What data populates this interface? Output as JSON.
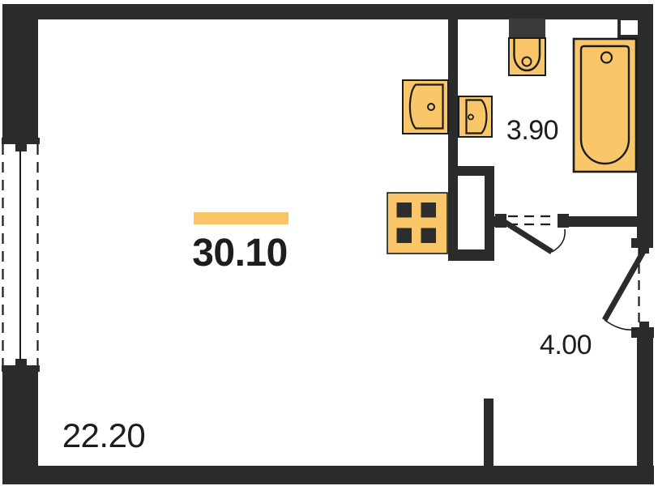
{
  "plan": {
    "total": {
      "area": "30.10"
    },
    "rooms": {
      "living": {
        "area": "22.20"
      },
      "bathroom": {
        "area": "3.90"
      },
      "hallway": {
        "area": "4.00"
      }
    },
    "fixtures": [
      "kitchen-sink-icon",
      "washbasin-icon",
      "toilet-icon",
      "bathtub-icon",
      "stove-icon",
      "window-icon",
      "bathroom-door-icon",
      "entry-door-icon",
      "ventilation-shaft-icon",
      "corner-duct-icon"
    ],
    "colors": {
      "wall": "#2b2b2b",
      "outline": "#1c1c1c",
      "fixture": "#f9c669",
      "tank": "#3a3a3a",
      "burner": "#2d2d2d",
      "accent_bar": "#f9c566",
      "text": "#1d1d1d",
      "background": "#ffffff"
    }
  }
}
